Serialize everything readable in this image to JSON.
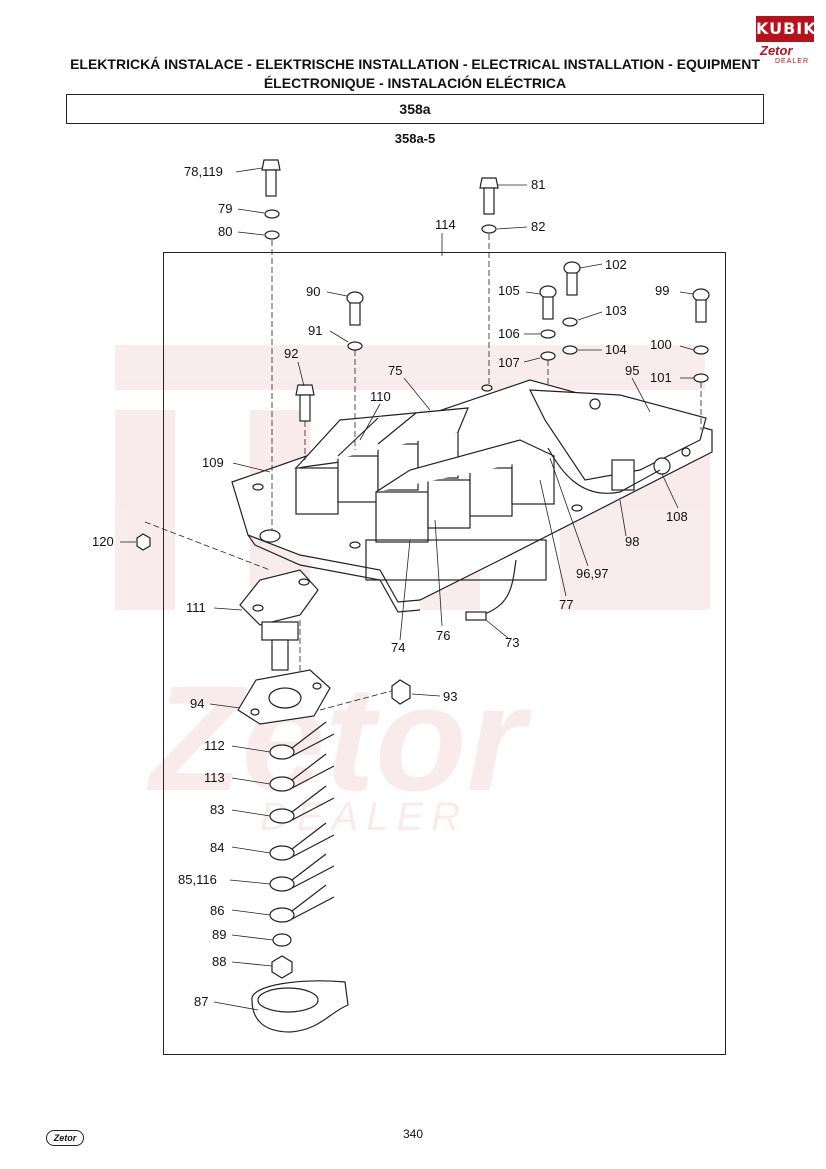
{
  "header": {
    "title_line_1": "ELEKTRICKÁ INSTALACE - ELEKTRISCHE INSTALLATION - ELECTRICAL INSTALLATION - EQUIPMENT",
    "title_line_2": "ÉLECTRONIQUE - INSTALACIÓN ELÉCTRICA",
    "section_code": "358a",
    "subsection_code": "358a-5"
  },
  "logos": {
    "kubik": "KUBIK",
    "zetor": "Zetor",
    "dealer": "DEALER",
    "footer_zetor": "Zetor",
    "watermark_zetor": "Zetor",
    "watermark_dealer": "DEALER",
    "brand_color": "#b7121b"
  },
  "callouts": {
    "c78_119": "78,119",
    "c79": "79",
    "c80": "80",
    "c81": "81",
    "c82": "82",
    "c114": "114",
    "c102": "102",
    "c105": "105",
    "c99": "99",
    "c90": "90",
    "c103": "103",
    "c91": "91",
    "c106": "106",
    "c100": "100",
    "c104": "104",
    "c92": "92",
    "c107": "107",
    "c101": "101",
    "c75": "75",
    "c95": "95",
    "c110": "110",
    "c109": "109",
    "c108": "108",
    "c120": "120",
    "c98": "98",
    "c96_97": "96,97",
    "c111": "111",
    "c77": "77",
    "c76": "76",
    "c73": "73",
    "c74": "74",
    "c94": "94",
    "c93": "93",
    "c112": "112",
    "c113": "113",
    "c83": "83",
    "c84": "84",
    "c85_116": "85,116",
    "c86": "86",
    "c89": "89",
    "c88": "88",
    "c87": "87"
  },
  "footer": {
    "page_number": "340"
  }
}
